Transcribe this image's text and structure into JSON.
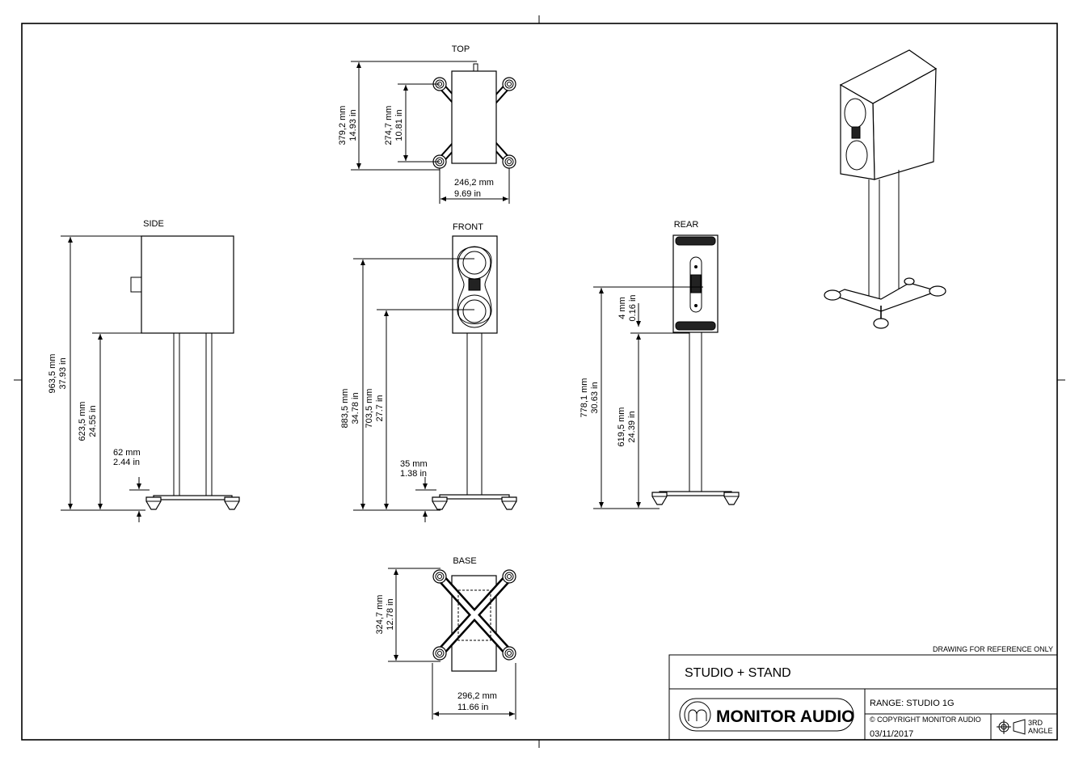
{
  "views": {
    "top": {
      "label": "TOP",
      "dims": [
        [
          "379,2 mm",
          "14.93 in"
        ],
        [
          "274,7 mm",
          "10.81 in"
        ],
        [
          "246,2 mm",
          "9.69 in"
        ]
      ]
    },
    "side": {
      "label": "SIDE",
      "dims": [
        [
          "963,5 mm",
          "37.93 in"
        ],
        [
          "623,5 mm",
          "24.55 in"
        ],
        [
          "62 mm",
          "2.44 in"
        ]
      ]
    },
    "front": {
      "label": "FRONT",
      "dims": [
        [
          "883,5 mm",
          "34.78 in"
        ],
        [
          "703,5 mm",
          "27.7 in"
        ],
        [
          "35 mm",
          "1.38 in"
        ]
      ]
    },
    "rear": {
      "label": "REAR",
      "dims": [
        [
          "778,1 mm",
          "30.63 in"
        ],
        [
          "619,5 mm",
          "24.39 in"
        ],
        [
          "4 mm",
          "0.16 in"
        ]
      ]
    },
    "base": {
      "label": "BASE",
      "dims": [
        [
          "324,7 mm",
          "12.78 in"
        ],
        [
          "296,2 mm",
          "11.66 in"
        ]
      ]
    }
  },
  "title_block": {
    "note": "DRAWING FOR REFERENCE ONLY",
    "title": "STUDIO + STAND",
    "logo": "MONITOR AUDIO",
    "range": "RANGE: STUDIO 1G",
    "copyright": "© COPYRIGHT MONITOR AUDIO",
    "date": "03/11/2017",
    "projection_line1": "3RD",
    "projection_line2": "ANGLE"
  }
}
